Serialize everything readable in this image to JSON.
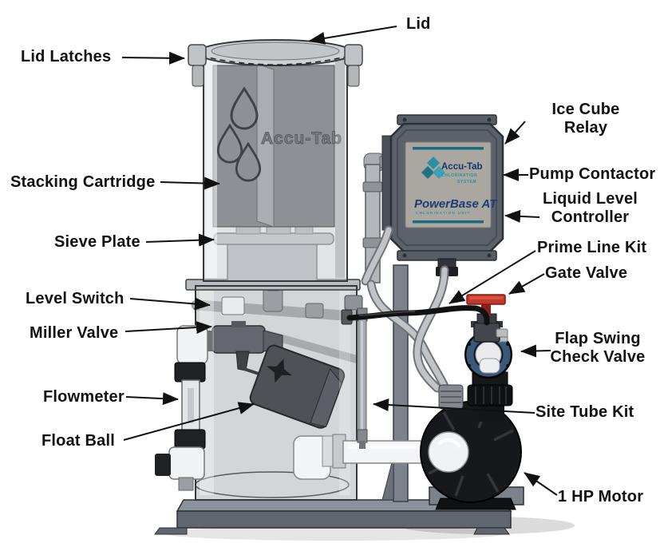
{
  "diagram": {
    "labels": {
      "lid": "Lid",
      "lid_latches": "Lid Latches",
      "stacking_cartridge": "Stacking Cartridge",
      "sieve_plate": "Sieve Plate",
      "level_switch": "Level Switch",
      "miller_valve": "Miller Valve",
      "flowmeter": "Flowmeter",
      "float_ball": "Float Ball",
      "ice_cube_relay_line1": "Ice Cube",
      "ice_cube_relay_line2": "Relay",
      "pump_contactor": "Pump Contactor",
      "liquid_level_line1": "Liquid Level",
      "liquid_level_line2": "Controller",
      "prime_line_kit": "Prime Line Kit",
      "gate_valve": "Gate Valve",
      "flap_swing_line1": "Flap Swing",
      "flap_swing_line2": "Check Valve",
      "site_tube_kit": "Site Tube Kit",
      "one_hp_motor": "1 HP Motor"
    },
    "tank": {
      "logo_text": "Accu-Tab"
    },
    "panel": {
      "brand": "Accu-Tab",
      "brand_sub1": "CHLORINATION",
      "brand_sub2": "SYSTEM",
      "product": "PowerBase AT",
      "product_sub": "CHLORINATION UNIT"
    },
    "colors": {
      "label_text": "#121212",
      "arrow": "#111111",
      "tank_gray": "#c9cccf",
      "cartridge_gray": "#8d9095",
      "control_box": "#5b616b",
      "panel_bg": "#a9a7a0",
      "teal_accent": "#1b6b7c",
      "navy_brand": "#1c3c74",
      "valve_red": "#c0392b",
      "check_valve_blue": "#3a587a",
      "pump_black": "#17181b",
      "base_slate": "#5f6670"
    }
  }
}
